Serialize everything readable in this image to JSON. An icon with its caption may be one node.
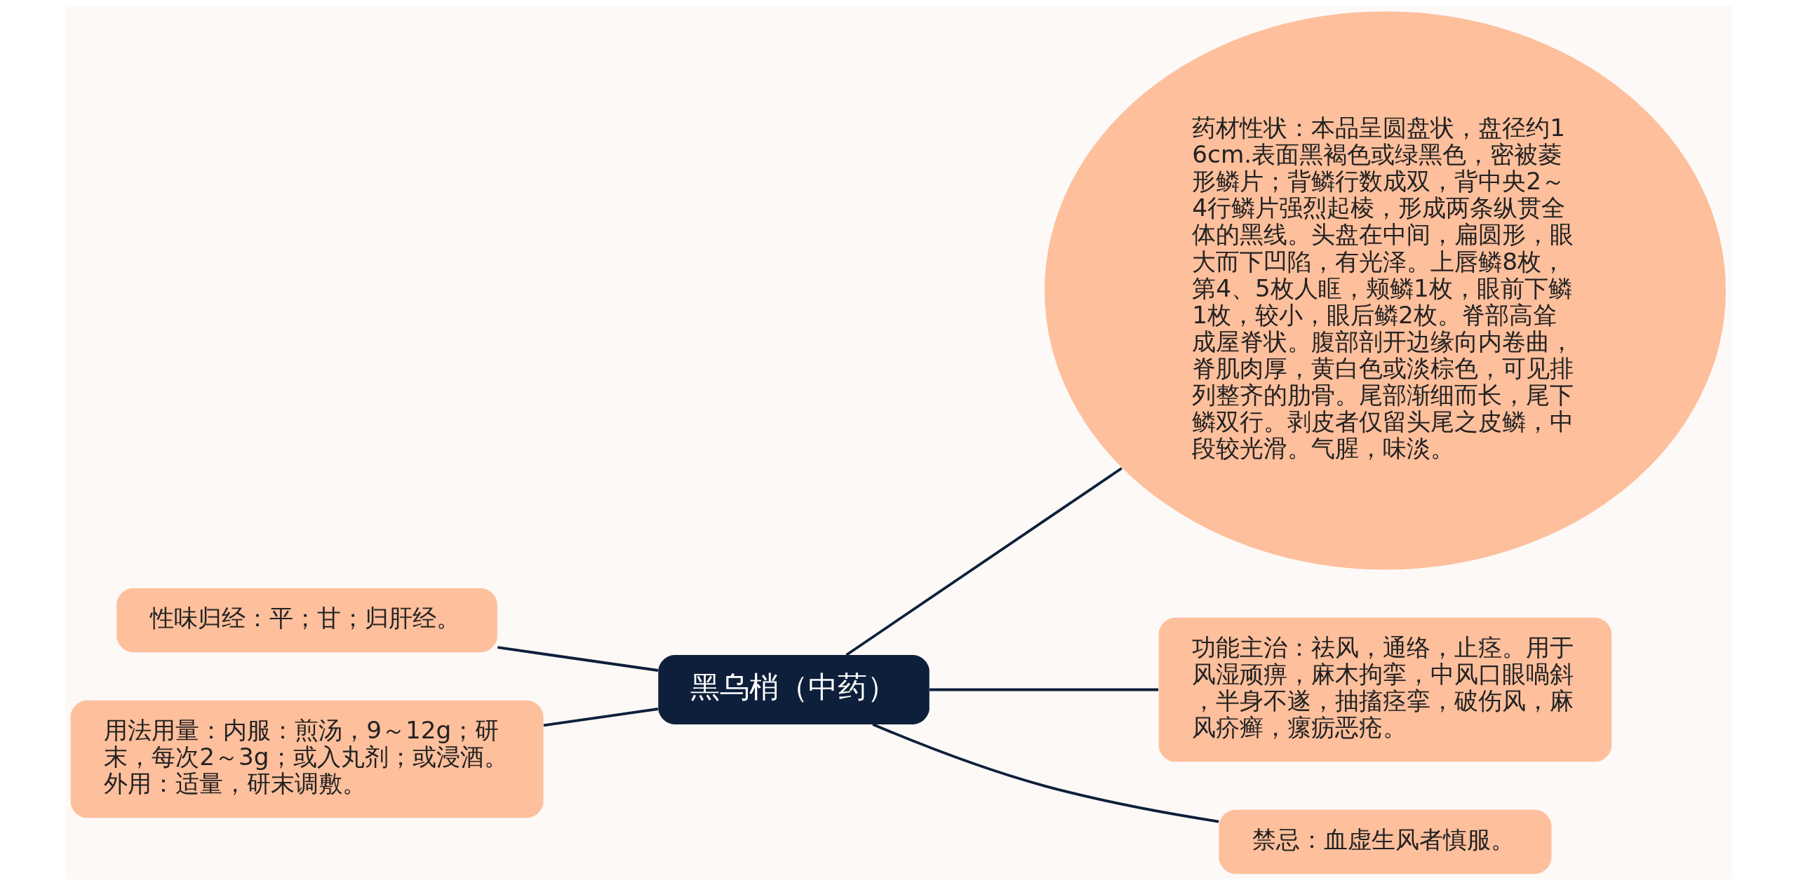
{
  "diagram": {
    "nodes": [
      {
        "text": [
          "黑乌梢（中药）"
        ]
      },
      {
        "text": [
          "性味归经：平；甘；归肝经。"
        ]
      },
      {
        "text": [
          "用法用量：内服：煎汤，9～12g；研末，每次2～3g；或入丸剂；或浸酒。外用：适量，研末调敷。"
        ]
      },
      {
        "text": [
          "药材性状：本品呈圆盘状，盘径约16cm.表面黑褐色或绿黑色，密被菱形鳞片；背鳞行数成双，背中央2～4行鳞片强烈起棱，形成两条纵贯全体的黑线。头盘在中间，扁圆形，眼大而下凹陷，有光泽。上唇鳞8枚，第4、5枚人眶，颊鳞1枚，眼前下鳞1枚，较小，眼后鳞2枚。脊部高耸成屋脊状。腹部剖开边缘向内卷曲，脊肌肉厚，黄白色或淡棕色，可见排列整齐的肋骨。尾部渐细而长，尾下鳞双行。剥皮者仅留头尾之皮鳞，中段较光滑。气腥，味淡。"
        ]
      },
      {
        "text": [
          "功能主治：祛风，通络，止痉。用于风湿顽痹，麻木拘挛，中风口眼喎斜，半身不遂，抽搐痉挛，破伤风，麻风疥癣，瘰疬恶疮。"
        ]
      },
      {
        "text": [
          "禁忌：血虚生风者慎服。"
        ]
      }
    ],
    "edges": [
      {
        "from": 0,
        "to": 1,
        "arrow": "none"
      },
      {
        "from": 0,
        "to": 2,
        "arrow": "none"
      },
      {
        "from": 0,
        "to": 3,
        "arrow": "none"
      },
      {
        "from": 0,
        "to": 4,
        "arrow": "none"
      },
      {
        "from": 0,
        "to": 5,
        "arrow": "none"
      }
    ]
  }
}
